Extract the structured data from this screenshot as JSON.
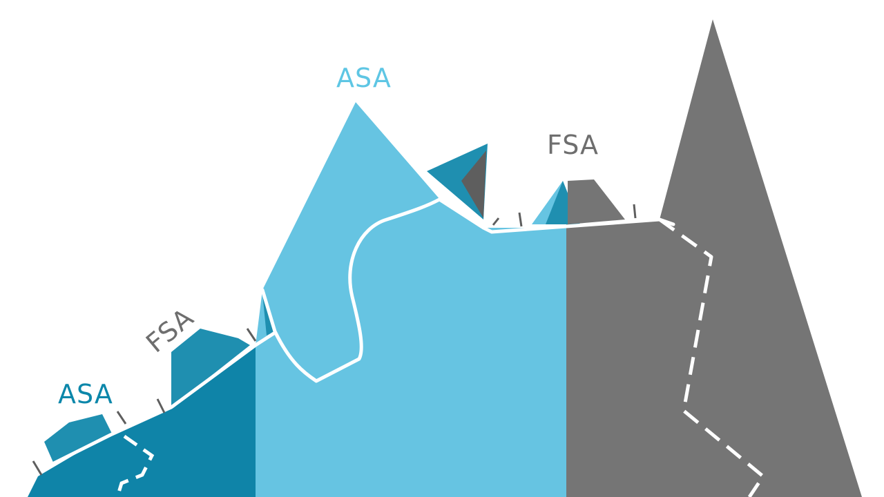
{
  "labels": {
    "asa_top": "ASA",
    "fsa_right": "FSA",
    "fsa_left": "FSA",
    "asa_left": "ASA"
  },
  "colors": {
    "light_blue": "#66c4e2",
    "dark_blue": "#0f84a8",
    "mid_blue": "#1f8fb0",
    "gray": "#757575",
    "dark_gray": "#5e5e5e",
    "white": "#ffffff",
    "label_light_blue": "#5ec6e4",
    "label_dark_blue": "#0c87aa",
    "label_gray": "#6e6e6e"
  }
}
